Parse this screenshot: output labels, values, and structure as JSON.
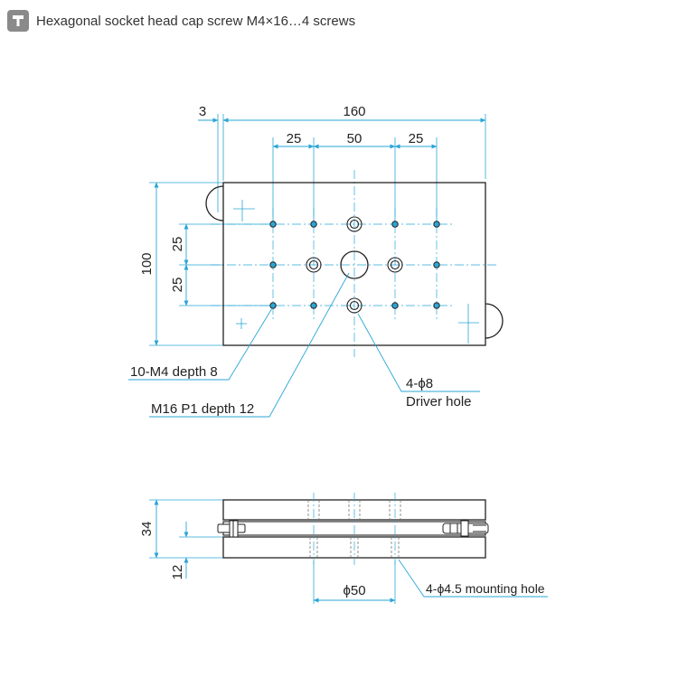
{
  "header": {
    "icon": "screw-icon",
    "text": "Hexagonal socket head cap screw M4×16…4 screws"
  },
  "top_view": {
    "dims": {
      "overall_width": "160",
      "offset": "3",
      "pitch_left": "25",
      "pitch_center": "50",
      "pitch_right": "25",
      "overall_height": "100",
      "pitch_upper": "25",
      "pitch_lower": "25"
    },
    "notes": {
      "tapped_holes": "10-M4 depth 8",
      "center_tap": "M16 P1 depth 12",
      "driver_hole_count": "4-ϕ8",
      "driver_hole": "Driver hole"
    }
  },
  "side_view": {
    "dims": {
      "total_height": "34",
      "lower_height": "12",
      "pitch_diameter": "ϕ50"
    },
    "notes": {
      "mounting_hole": "4-ϕ4.5 mounting hole"
    }
  },
  "colors": {
    "dimension_line": "#2aa6d6",
    "outline": "#222222",
    "hidden_line": "#777777"
  }
}
